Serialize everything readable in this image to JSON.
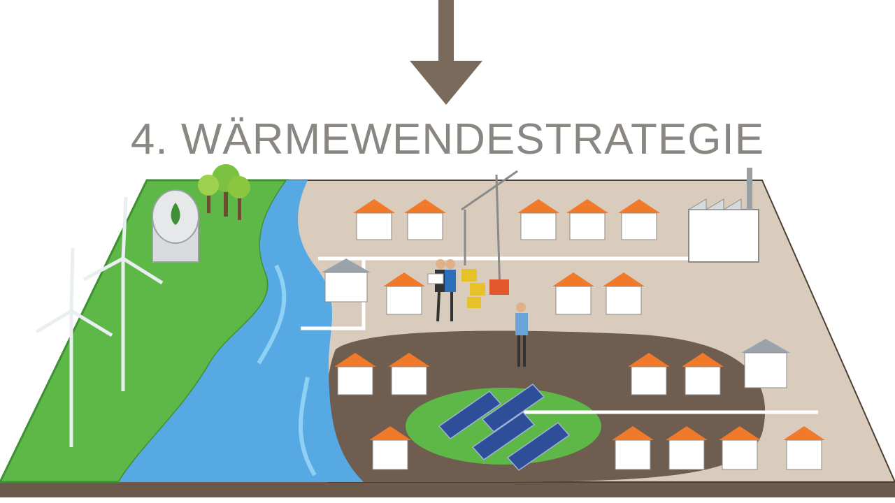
{
  "title": "4. WÄRMEWENDESTRATEGIE",
  "colors": {
    "arrow": "#7a6a5c",
    "title_text": "#8a8783",
    "grass": "#5db847",
    "grass_dark": "#3f8f34",
    "river": "#56a9e3",
    "river_light": "#8fd0f5",
    "town_ground": "#d9ccbd",
    "dark_ground": "#6f5d4f",
    "roof_orange": "#f07a2a",
    "solar_panel": "#2f4e9a",
    "pipe": "#ffffff"
  },
  "illustration": {
    "left_zone": "grass-with-wind-turbines-and-biogas",
    "middle_zone": "river",
    "right_zone": "town-with-houses-solar-field-and-factories"
  }
}
